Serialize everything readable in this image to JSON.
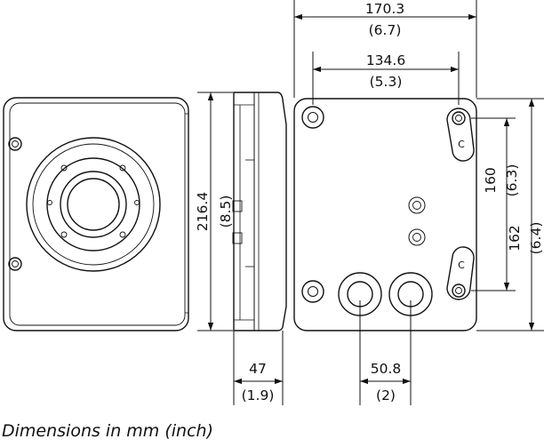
{
  "dimensions": {
    "top_width_mm": "170.3",
    "top_width_in": "(6.7)",
    "hole_spacing_x_mm": "134.6",
    "hole_spacing_x_in": "(5.3)",
    "height_mm": "216.4",
    "height_in": "(8.5)",
    "hole_spacing_y_mm": "160",
    "hole_spacing_y_in": "(6.3)",
    "side_height_mm": "162",
    "side_height_in": "(6.4)",
    "depth_mm": "47",
    "depth_in": "(1.9)",
    "conduit_spacing_mm": "50.8",
    "conduit_spacing_in": "(2)"
  },
  "hole_labels": {
    "upper": "C",
    "lower": "C"
  },
  "caption": "Dimensions in mm (inch)"
}
